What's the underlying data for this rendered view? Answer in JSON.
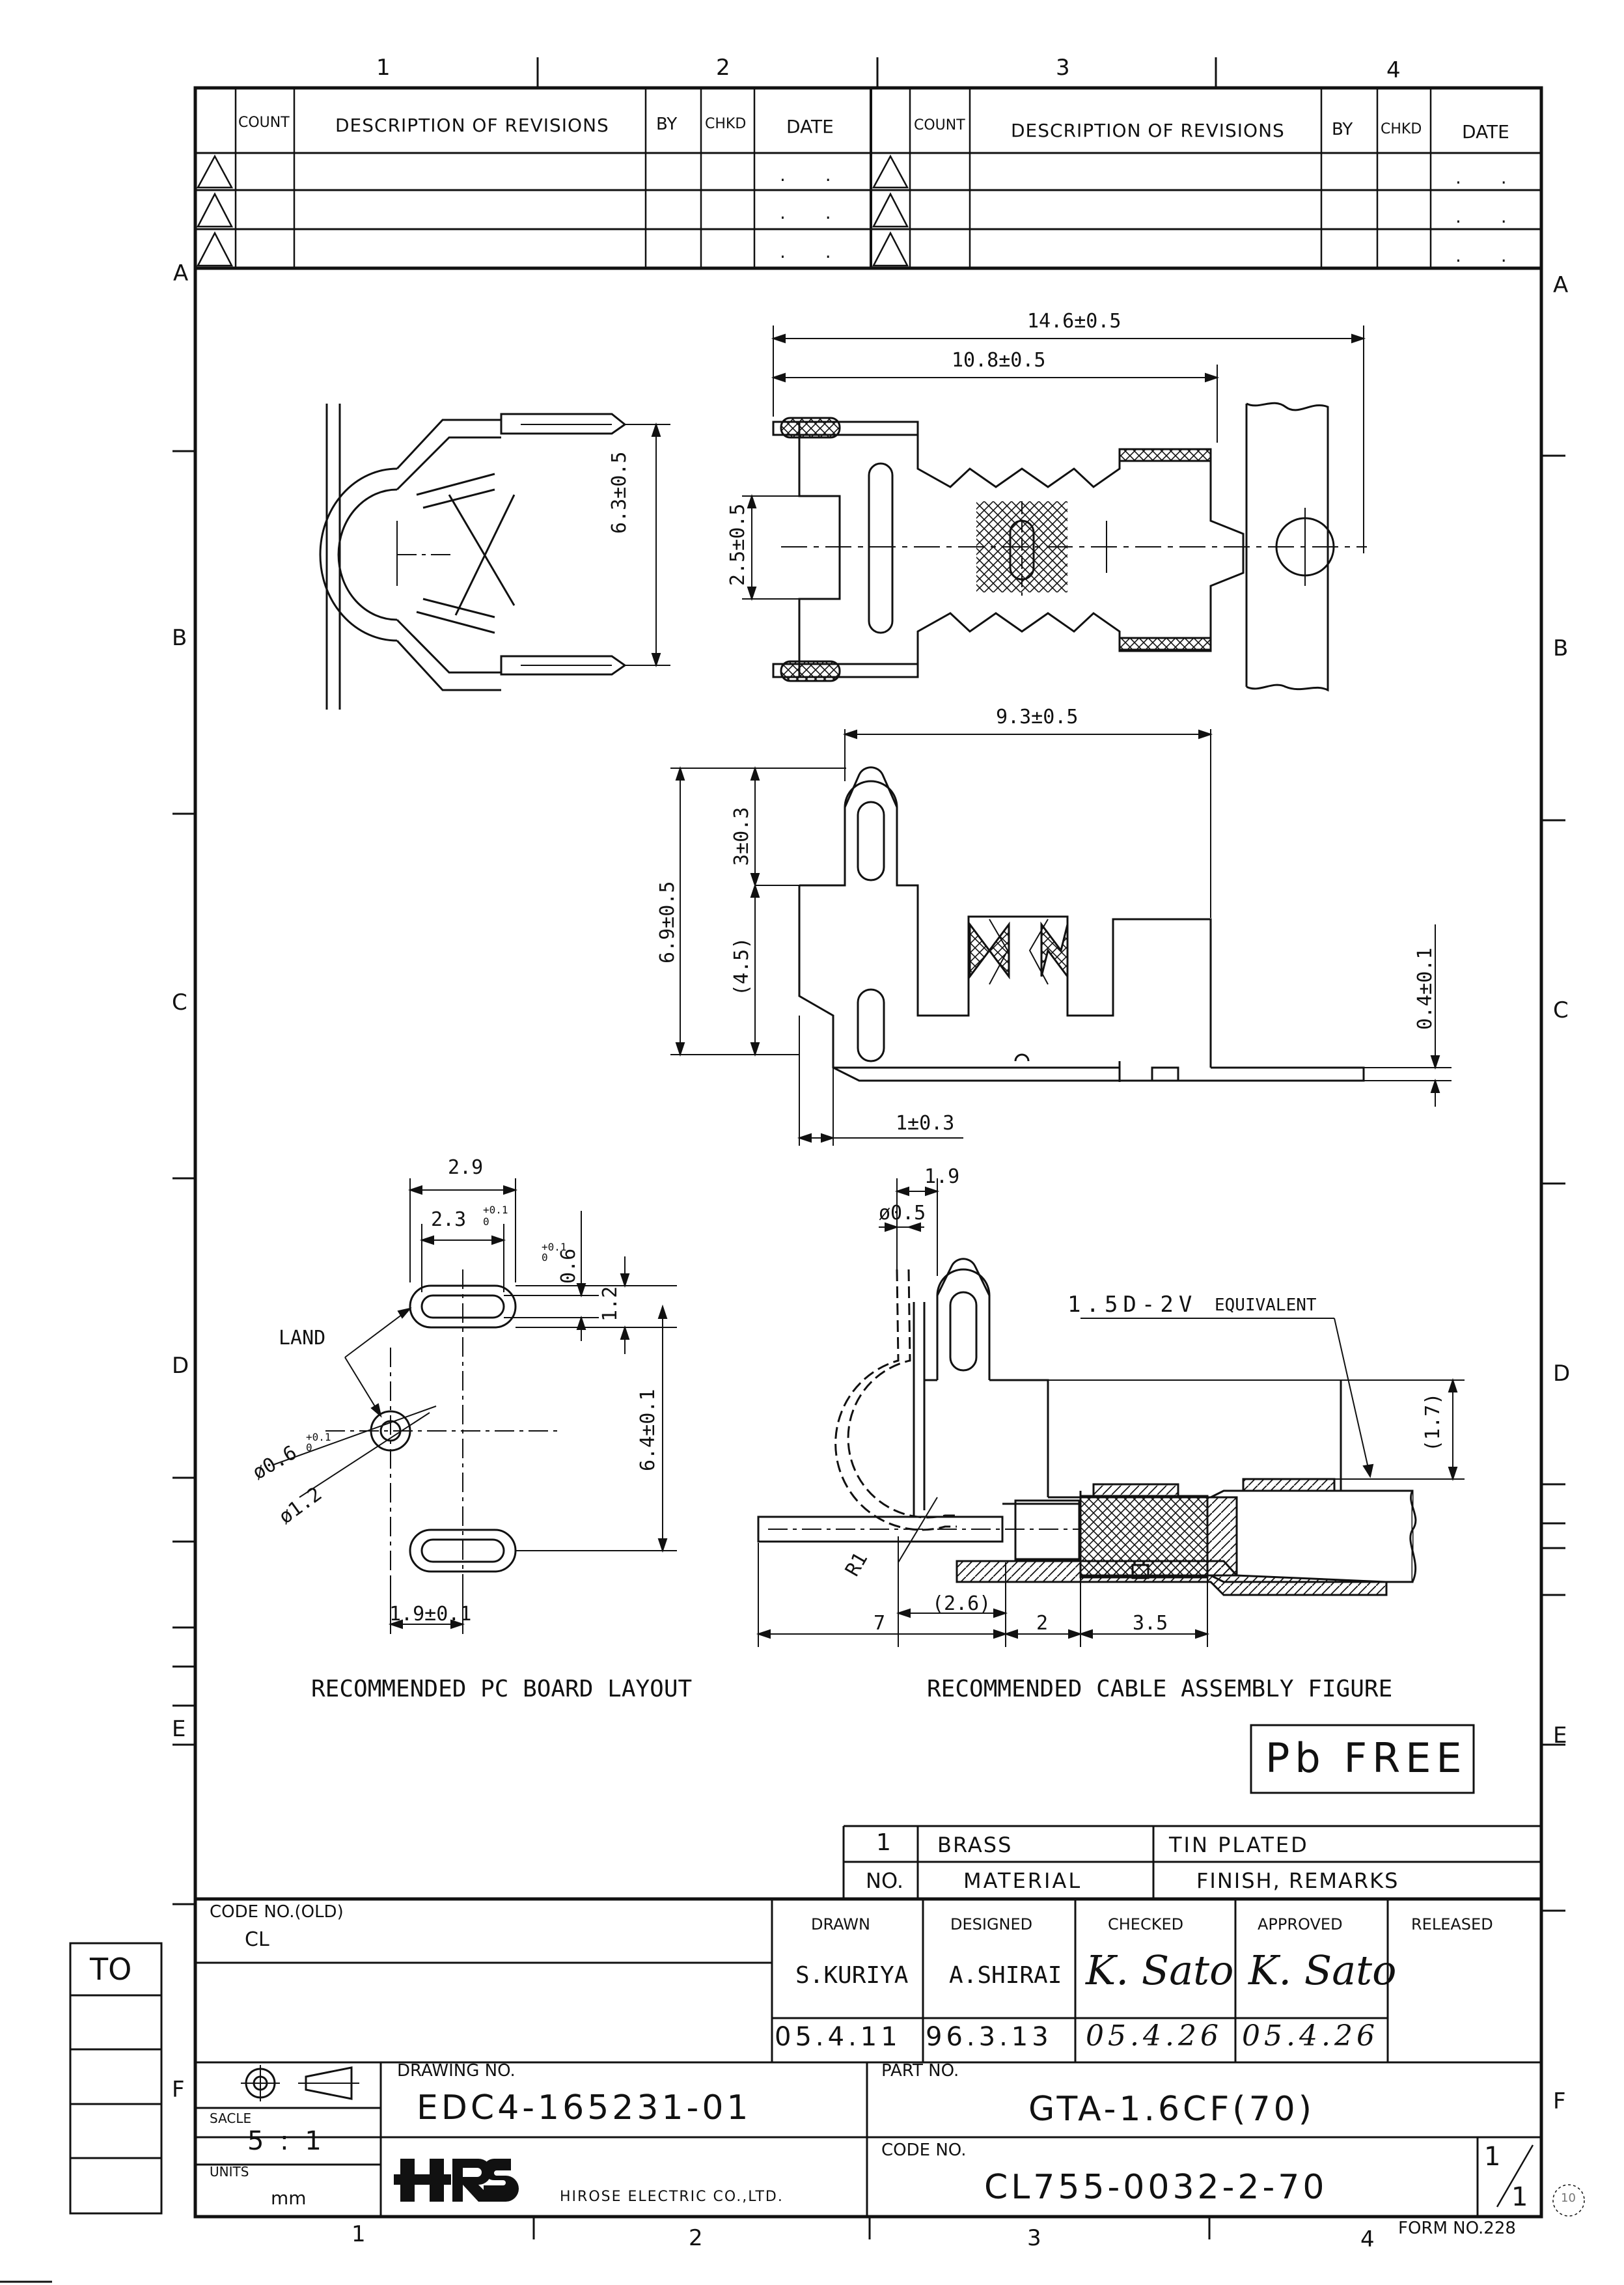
{
  "zones": {
    "top": [
      "1",
      "2",
      "3",
      "4"
    ],
    "bottom": [
      "1",
      "2",
      "3",
      "4"
    ],
    "left": [
      "A",
      "B",
      "C",
      "D",
      "E",
      "F"
    ],
    "right": [
      "A",
      "B",
      "C",
      "D",
      "E",
      "F"
    ]
  },
  "revision_table": {
    "headers": [
      "COUNT",
      "DESCRIPTION OF REVISIONS",
      "BY",
      "CHKD",
      "DATE"
    ],
    "rows": 3,
    "date_placeholder": ". ."
  },
  "drawing": {
    "dims": {
      "d_14_6": "14.6±0.5",
      "d_10_8": "10.8±0.5",
      "d_6_3": "6.3±0.5",
      "d_2_5": "2.5±0.5",
      "d_9_3": "9.3±0.5",
      "d_6_9": "6.9±0.5",
      "d_3": "3±0.3",
      "d_4_5": "(4.5)",
      "d_0_4": "0.4±0.1",
      "d_1": "1±0.3",
      "pcb_2_9": "2.9",
      "pcb_2_3": "2.3",
      "pcb_2_3_tol": "+0.1 0",
      "pcb_0_6": "0.6",
      "pcb_0_6_tol": "+0.1 0",
      "pcb_1_2": "1.2",
      "pcb_6_4": "6.4±0.1",
      "pcb_phi06": "ø0.6",
      "pcb_phi06_tol": "+0.1 0",
      "pcb_phi12": "ø1.2",
      "pcb_1_9": "1.9±0.1",
      "land": "LAND",
      "cab_1_9": "1.9",
      "cab_phi05": "ø0.5",
      "cable_type": "1.5D-2V",
      "cable_equiv": "EQUIVALENT",
      "cab_1_7": "(1.7)",
      "cab_r1": "R1",
      "cab_2_6": "(2.6)",
      "cab_7": "7",
      "cab_2": "2",
      "cab_3_5": "3.5"
    },
    "captions": {
      "pcb": "RECOMMENDED PC BOARD LAYOUT",
      "cable": "RECOMMENDED CABLE ASSEMBLY FIGURE"
    },
    "pb_free": "Pb FREE"
  },
  "material_table": {
    "row_no": "1",
    "row_material": "BRASS",
    "row_finish": "TIN PLATED",
    "hdr_no": "NO.",
    "hdr_material": "MATERIAL",
    "hdr_finish": "FINISH, REMARKS"
  },
  "title_block": {
    "code_no_old_label": "CODE NO.(OLD)",
    "code_no_old": "CL",
    "drawn_label": "DRAWN",
    "drawn_name": "S.KURIYA",
    "drawn_date": "05.4.11",
    "designed_label": "DESIGNED",
    "designed_name": "A.SHIRAI",
    "designed_date": "96.3.13",
    "checked_label": "CHECKED",
    "checked_sig": "K. Sato",
    "checked_date": "05.4.26",
    "approved_label": "APPROVED",
    "approved_sig": "K. Sato",
    "approved_date": "05.4.26",
    "released_label": "RELEASED",
    "scale_label": "SACLE",
    "scale": "5 : 1",
    "units_label": "UNITS",
    "units": "mm",
    "drawing_no_label": "DRAWING NO.",
    "drawing_no": "EDC4-165231-01",
    "part_no_label": "PART NO.",
    "part_no": "GTA-1.6CF(70)",
    "code_no_label": "CODE NO.",
    "code_no": "CL755-0032-2-70",
    "logo": "HRS",
    "company": "HIROSE ELECTRIC CO.,LTD.",
    "sheet_top": "1",
    "sheet_bottom": "1",
    "form_no": "FORM NO.228",
    "corner_mark": "10"
  },
  "to_box": {
    "label": "TO"
  }
}
